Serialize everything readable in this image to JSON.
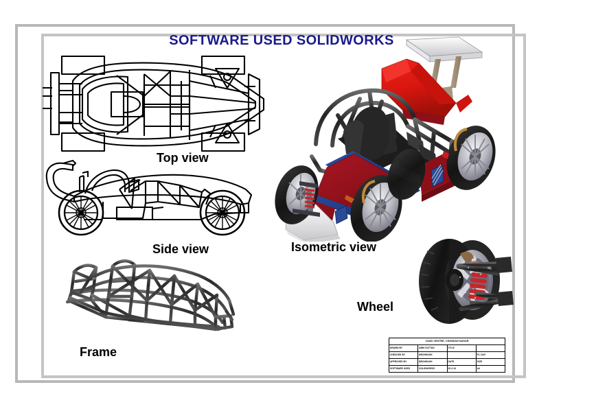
{
  "document": {
    "title": "SOFTWARE USED SOLIDWORKS",
    "title_color": "#1a1a8c",
    "sheet_background": "#ffffff",
    "frame_color": "#b8b8b8"
  },
  "views": {
    "top": {
      "label": "Top view",
      "style": "wireframe-line-drawing"
    },
    "side": {
      "label": "Side view",
      "style": "wireframe-line-drawing"
    },
    "isometric": {
      "label": "Isometric view",
      "style": "shaded-render"
    },
    "wheel": {
      "label": "Wheel",
      "style": "shaded-render"
    },
    "frame": {
      "label": "Frame",
      "style": "shaded-render"
    }
  },
  "colors": {
    "body_red": "#9b1420",
    "body_bright_red": "#e01b17",
    "body_blue": "#1f3f8f",
    "chassis_black": "#303030",
    "tire_black": "#1a1a1a",
    "rim_silver": "#c9c9cf",
    "wing_white": "#f2f2f2",
    "spring_red": "#c4272b",
    "frame_gray": "#4a4a4a",
    "line_black": "#000000"
  },
  "title_block": {
    "header": "CADD CENTRE, CHANDAN NAGAR",
    "rows": [
      {
        "c1": "DRAWN BY",
        "c2": "ABHI SUTTAN",
        "c3": "TITLE",
        "c4": ""
      },
      {
        "c1": "CHECKED BY",
        "c2": "BROHHASH",
        "c3": "",
        "c4": "F1 CAR"
      },
      {
        "c1": "APPROVED BY",
        "c2": "BROHHASH",
        "c3": "DATE",
        "c4": "SIZE"
      },
      {
        "c1": "SOFTWARE USED",
        "c2": "SOLIDWORKS",
        "c3": "20-2-24",
        "c4": "A4"
      }
    ]
  }
}
